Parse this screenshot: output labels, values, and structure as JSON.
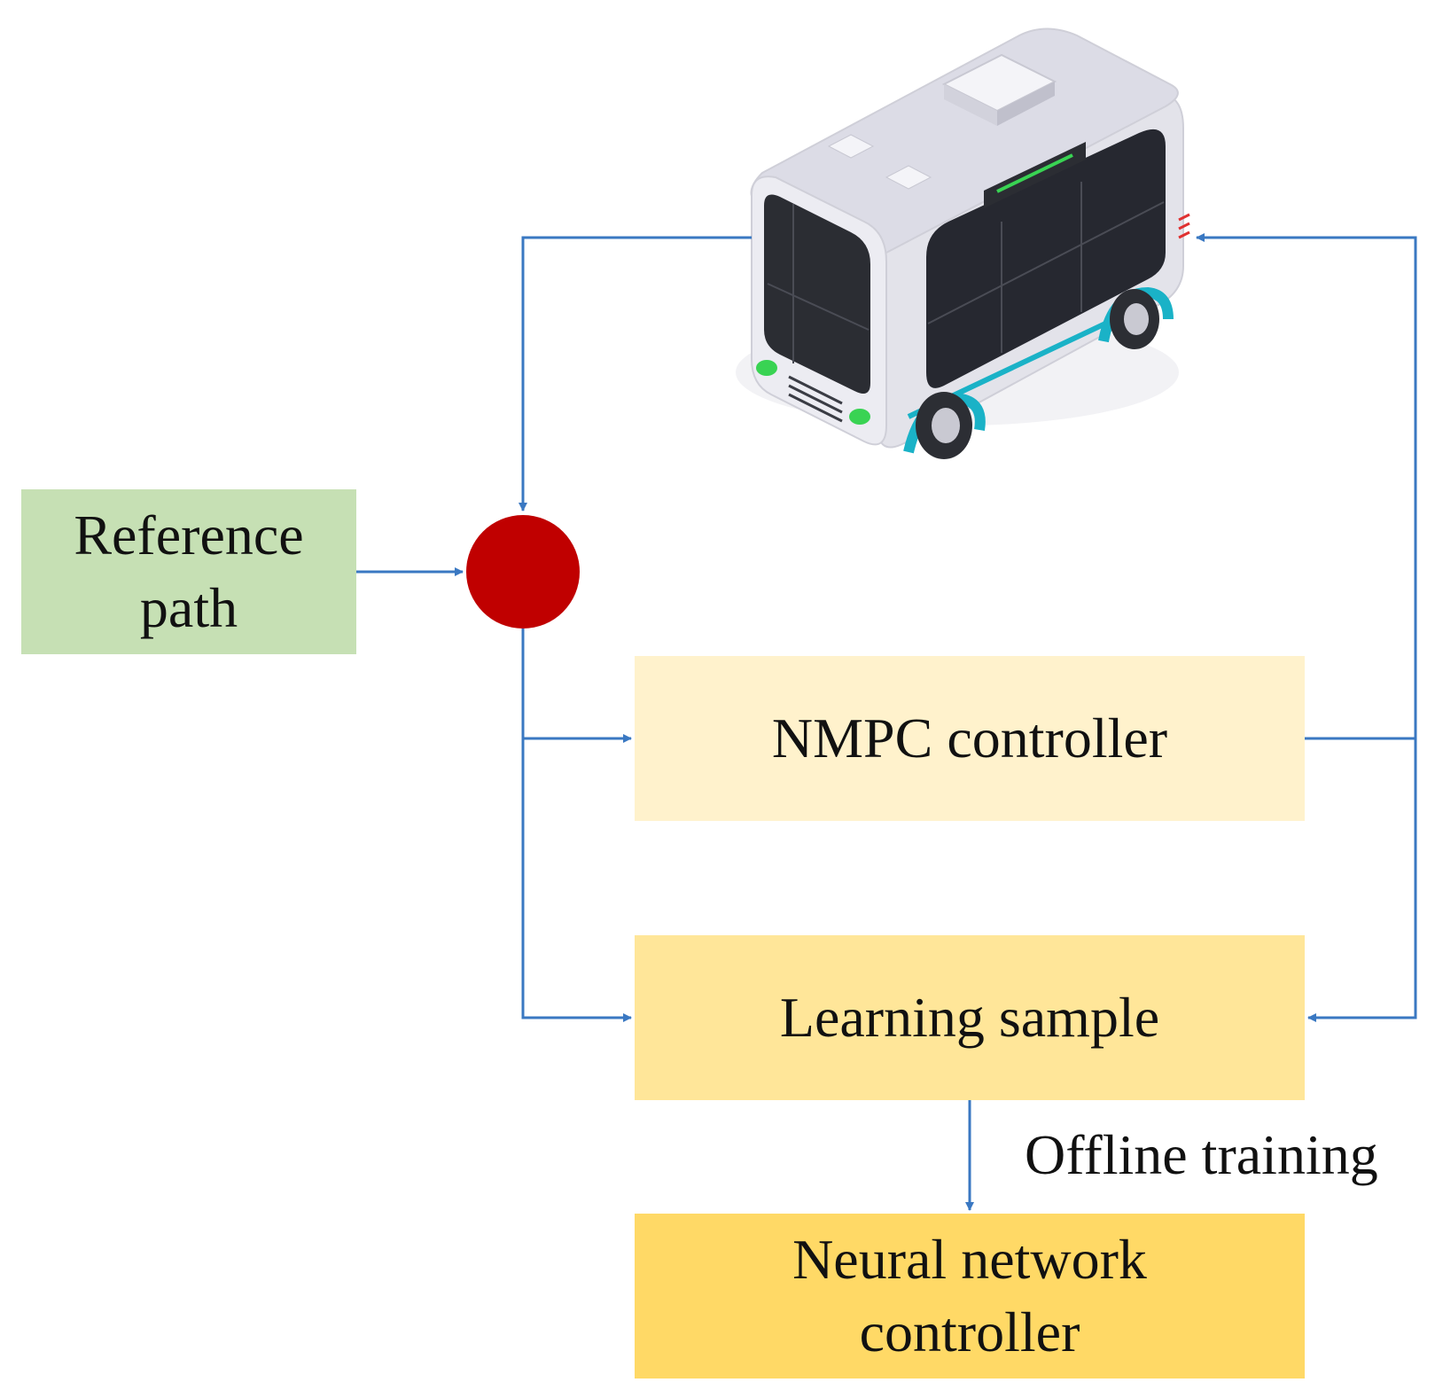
{
  "diagram": {
    "nodes": {
      "reference_path": {
        "lines": [
          "Reference",
          "path"
        ],
        "fill": "#c6e0b4"
      },
      "nmpc_controller": {
        "lines": [
          "NMPC controller"
        ],
        "fill": "#fff2cc"
      },
      "learning_sample": {
        "lines": [
          "Learning sample"
        ],
        "fill": "#ffe699"
      },
      "neural_network_controller": {
        "lines": [
          "Neural network",
          "controller"
        ],
        "fill": "#ffd966"
      },
      "summing_junction": {
        "shape": "circle",
        "fill": "#c00000"
      },
      "vehicle": {
        "shape": "autonomous-shuttle-bus-icon"
      }
    },
    "edge_labels": {
      "offline_training": "Offline training"
    },
    "edges": [
      {
        "from": "reference_path",
        "to": "summing_junction"
      },
      {
        "from": "vehicle",
        "to": "summing_junction"
      },
      {
        "from": "summing_junction",
        "to": "nmpc_controller"
      },
      {
        "from": "summing_junction",
        "to": "learning_sample"
      },
      {
        "from": "nmpc_controller",
        "to": "vehicle"
      },
      {
        "from": "nmpc_controller",
        "to": "learning_sample"
      },
      {
        "from": "learning_sample",
        "to": "neural_network_controller",
        "label": "offline_training"
      }
    ],
    "colors": {
      "arrow": "#3a78c2",
      "junction": "#c00000",
      "text": "#111111"
    }
  }
}
